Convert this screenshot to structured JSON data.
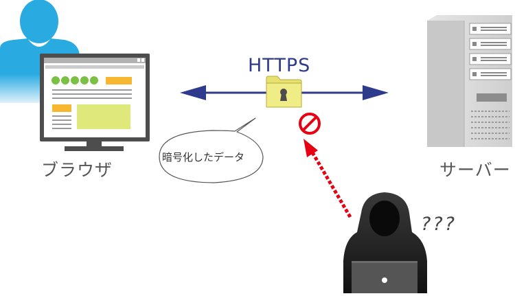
{
  "labels": {
    "browser": "ブラウザ",
    "server": "サーバー",
    "protocol": "HTTPS",
    "encrypted_data": "暗号化したデータ",
    "attacker_confusion": "???"
  },
  "colors": {
    "user_blue": "#29abe2",
    "arrow_navy": "#2e3a8c",
    "folder_yellow": "#f0ec86",
    "attack_red": "#e60012",
    "monitor_dark": "#4d4d4d",
    "server_gray": "#d9d9d9",
    "ui_green": "#7ac143",
    "ui_orange": "#f7b731"
  },
  "icons": {
    "user": "user-silhouette-icon",
    "browser": "monitor-icon",
    "server": "server-rack-icon",
    "data": "locked-folder-icon",
    "blocked": "prohibited-icon",
    "attacker": "hooded-hacker-icon"
  }
}
